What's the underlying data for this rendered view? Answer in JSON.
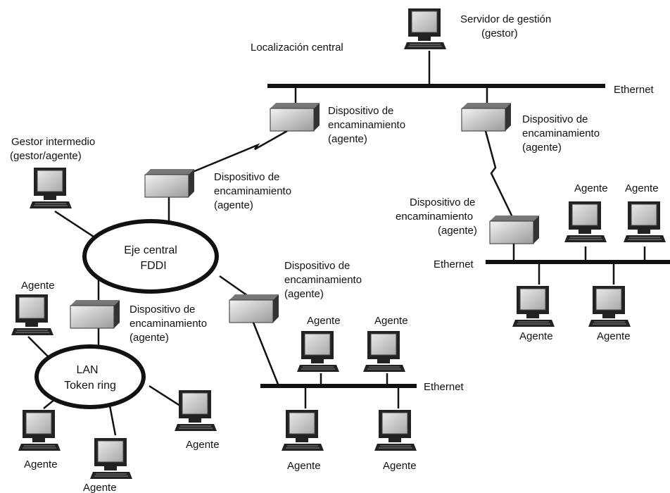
{
  "labels": {
    "central_location": "Localización central",
    "mgmt_server_line1": "Servidor de gestión",
    "mgmt_server_line2": "(gestor)",
    "ethernet": "Ethernet",
    "intermediate_manager_line1": "Gestor intermedio",
    "intermediate_manager_line2": "(gestor/agente)",
    "router_line1": "Dispositivo de",
    "router_line2": "encaminamiento",
    "router_line3": "(agente)",
    "fddi_line1": "Eje central",
    "fddi_line2": "FDDI",
    "lan_line1": "LAN",
    "lan_line2": "Token ring",
    "agent": "Agente"
  },
  "colors": {
    "line": "#111111",
    "device_face": "#d8d8d8",
    "device_dark": "#555555",
    "background": "#ffffff"
  },
  "icons": {
    "workstation": "computer-icon",
    "router": "router-box-icon"
  }
}
